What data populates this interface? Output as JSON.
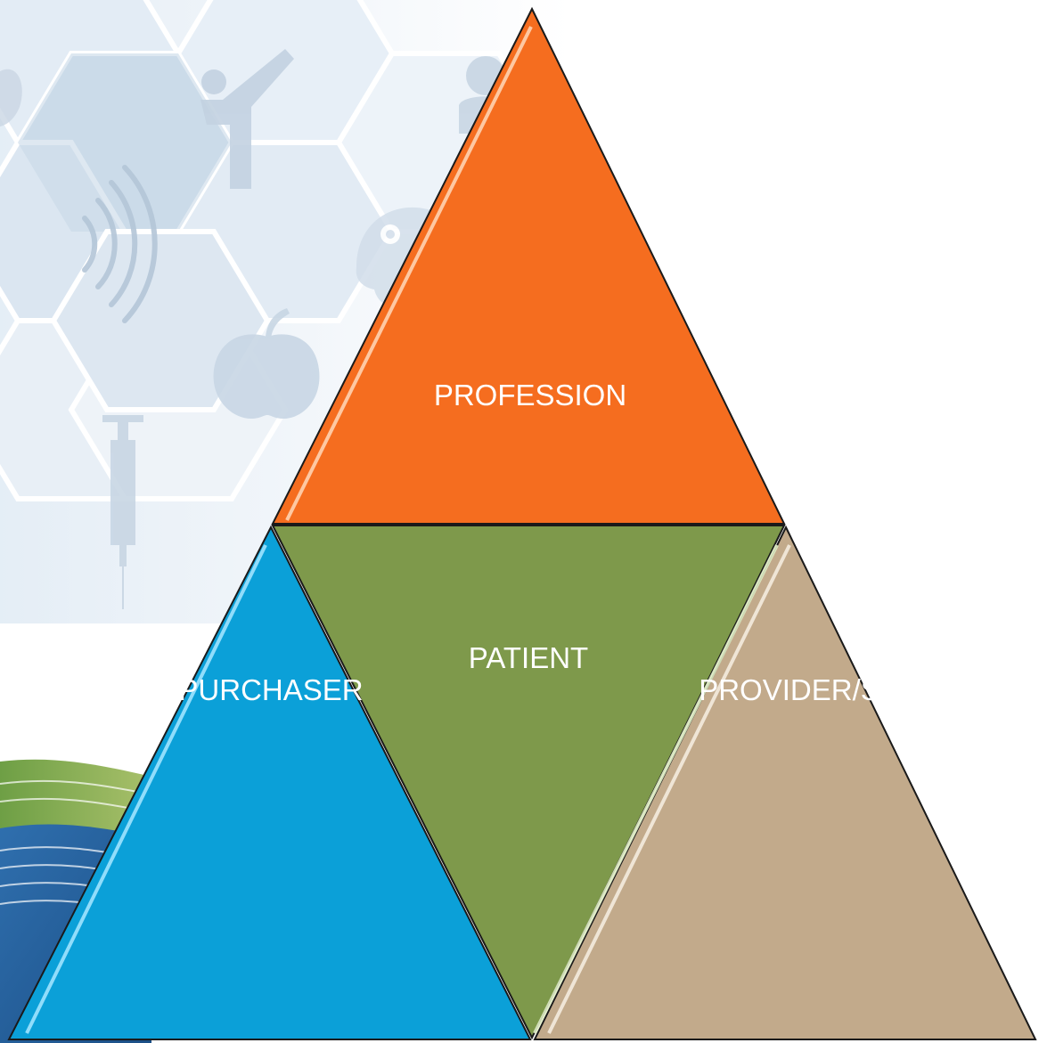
{
  "diagram": {
    "segments": [
      {
        "id": "profession",
        "label": "PROFESSION",
        "color": "#F56D1F"
      },
      {
        "id": "patient",
        "label": "PATIENT",
        "color": "#7E994B"
      },
      {
        "id": "purchaser",
        "label": "PURCHASER",
        "color": "#0BA0D8"
      },
      {
        "id": "provider",
        "label": "PROVIDER/S",
        "color": "#C2AA8B"
      }
    ]
  },
  "background": {
    "icons": [
      "lungs-icon",
      "sound-waves-icon",
      "person-raising-arm-icon",
      "head-gear-icon",
      "apple-icon",
      "syringe-icon",
      "person-icon"
    ]
  }
}
